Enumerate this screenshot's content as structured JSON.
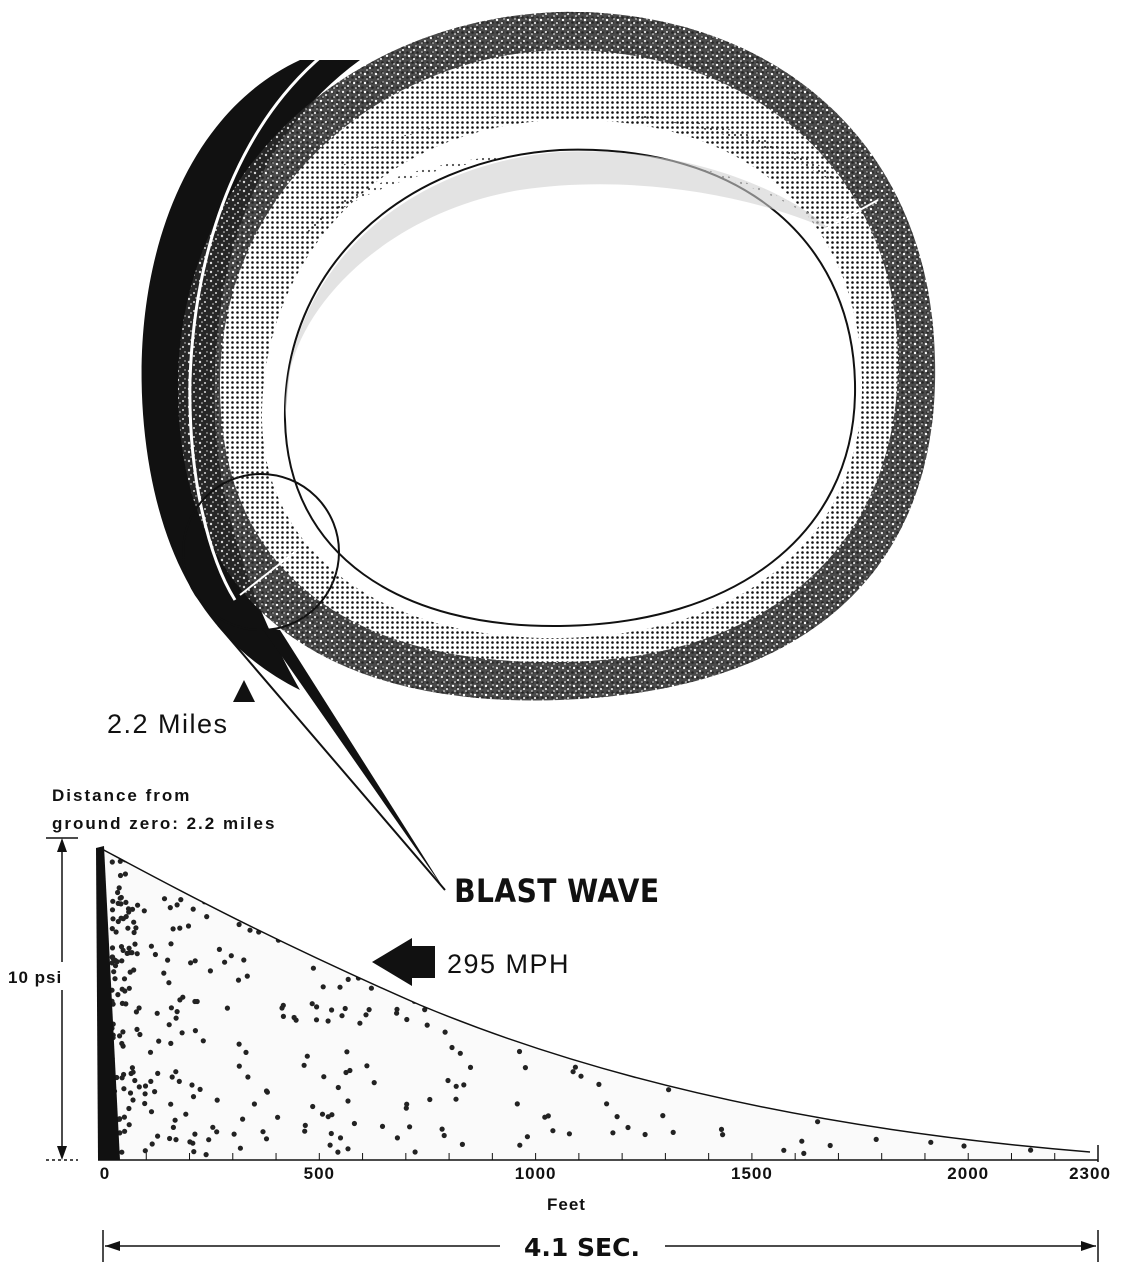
{
  "ring_marker_label": "2.2 Miles",
  "distance_label": {
    "line1": "Distance from",
    "line2": "ground zero:  2.2 miles"
  },
  "blast_wave_label": "BLAST WAVE",
  "speed_label": "295 MPH",
  "pressure_label": "10 psi",
  "x_axis": {
    "title": "Feet",
    "ticks": [
      "0",
      "500",
      "1000",
      "1500",
      "2000",
      "2300"
    ],
    "tick_values": [
      0,
      500,
      1000,
      1500,
      2000,
      2300
    ]
  },
  "duration_label": "4.1 SEC.",
  "colors": {
    "ink": "#111111",
    "ring_dark": "#1a1a1a",
    "inner_band": "#d9d9d9",
    "background": "#ffffff"
  }
}
